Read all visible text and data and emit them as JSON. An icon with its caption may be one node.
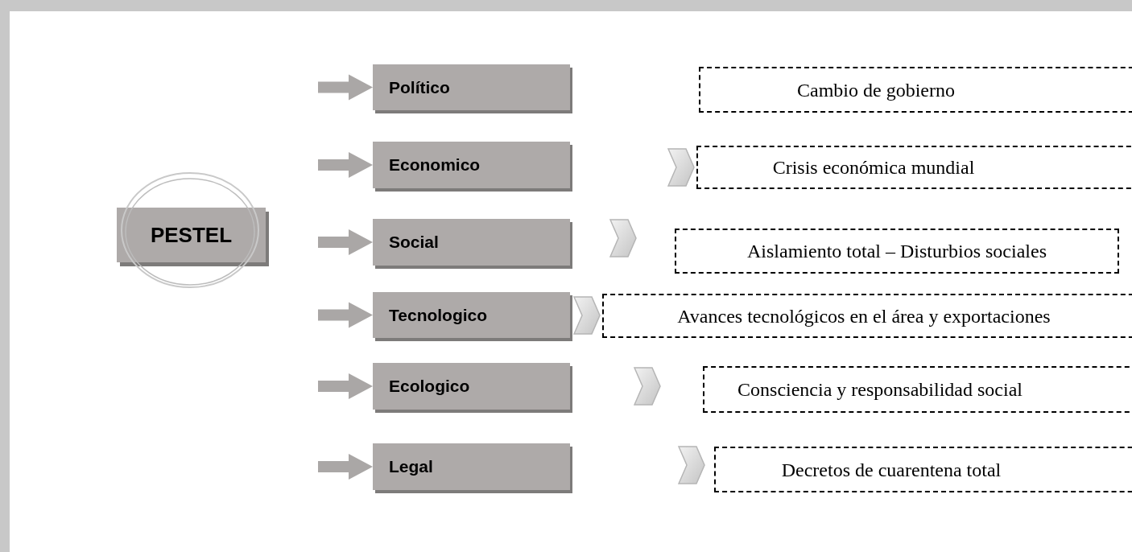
{
  "diagram": {
    "nodes": [
      {
        "text": [
          "PESTEL"
        ]
      },
      {
        "text": [
          "Político"
        ]
      },
      {
        "text": [
          "Economico"
        ]
      },
      {
        "text": [
          "Social"
        ]
      },
      {
        "text": [
          "Tecnologico"
        ]
      },
      {
        "text": [
          "Ecologico"
        ]
      },
      {
        "text": [
          "Legal"
        ]
      },
      {
        "text": [
          "Cambio de gobierno"
        ]
      },
      {
        "text": [
          "Crisis económica mundial"
        ]
      },
      {
        "text": [
          "Aislamiento total – Disturbios sociales"
        ]
      },
      {
        "text": [
          "Avances tecnológicos en el área y exportaciones"
        ]
      },
      {
        "text": [
          "Consciencia y responsabilidad social"
        ]
      },
      {
        "text": [
          "Decretos de cuarentena total"
        ]
      }
    ],
    "edges": [
      {
        "from": null,
        "to": 1,
        "arrow": "to"
      },
      {
        "from": null,
        "to": 2,
        "arrow": "to"
      },
      {
        "from": null,
        "to": 3,
        "arrow": "to"
      },
      {
        "from": null,
        "to": 4,
        "arrow": "to"
      },
      {
        "from": null,
        "to": 5,
        "arrow": "to"
      },
      {
        "from": null,
        "to": 6,
        "arrow": "to"
      }
    ]
  }
}
